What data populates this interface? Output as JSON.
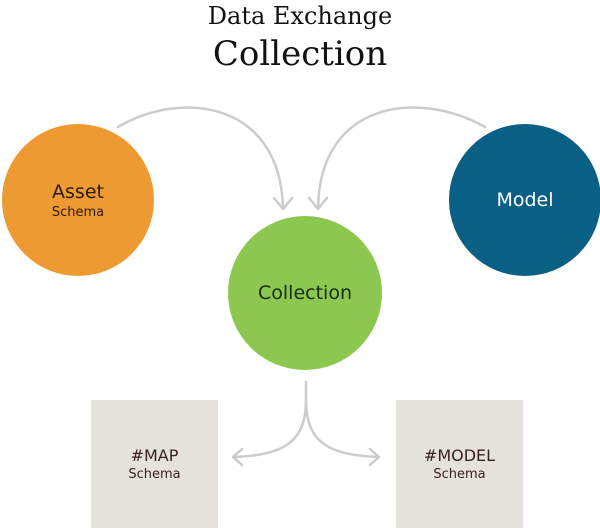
{
  "title": {
    "line1": "Data Exchange",
    "line2": "Collection"
  },
  "nodes": {
    "asset": {
      "label": "Asset",
      "sublabel": "Schema",
      "color": "#ed9a32"
    },
    "model": {
      "label": "Model",
      "color": "#0a5f85"
    },
    "collection": {
      "label": "Collection",
      "color": "#8cc850"
    },
    "map_schema": {
      "label": "#MAP",
      "sublabel": "Schema",
      "color": "#e5e2de"
    },
    "model_schema": {
      "label": "#MODEL",
      "sublabel": "Schema",
      "color": "#e5e2de"
    }
  },
  "arrow_color": "#cccccc"
}
